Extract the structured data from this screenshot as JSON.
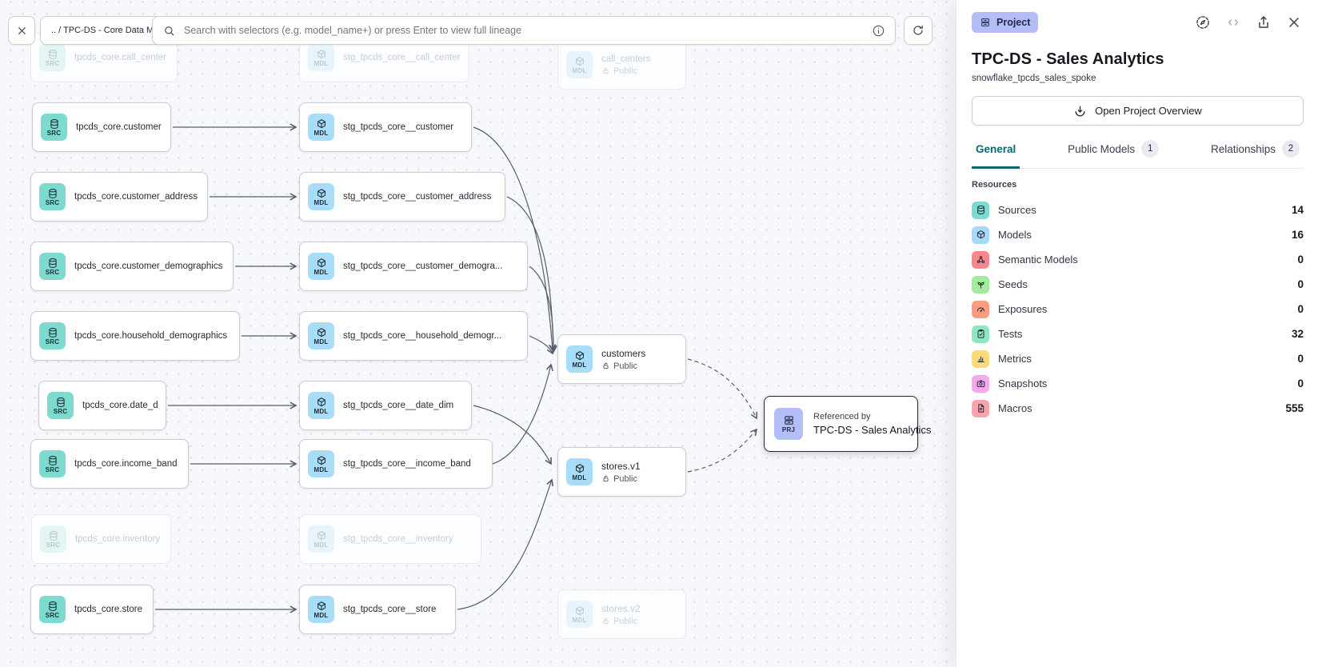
{
  "toolbar": {
    "breadcrumb": ".. / TPC-DS - Core Data Models",
    "search_placeholder": "Search with selectors (e.g. model_name+) or press Enter to view full lineage"
  },
  "panel": {
    "badge": "Project",
    "title": "TPC-DS - Sales Analytics",
    "subtitle": "snowflake_tpcds_sales_spoke",
    "open_button": "Open Project Overview",
    "tabs": [
      {
        "label": "General",
        "active": true
      },
      {
        "label": "Public Models",
        "count": "1"
      },
      {
        "label": "Relationships",
        "count": "2"
      }
    ],
    "resources_heading": "Resources",
    "resources": [
      {
        "label": "Sources",
        "value": "14",
        "icon": "database-icon",
        "color": "#7CDBCE"
      },
      {
        "label": "Models",
        "value": "16",
        "icon": "cube-icon",
        "color": "#A5D9F6"
      },
      {
        "label": "Semantic Models",
        "value": "0",
        "icon": "graph-icon",
        "color": "#F9868C"
      },
      {
        "label": "Seeds",
        "value": "0",
        "icon": "seedling-icon",
        "color": "#A2EC9C"
      },
      {
        "label": "Exposures",
        "value": "0",
        "icon": "gauge-icon",
        "color": "#F99C82"
      },
      {
        "label": "Tests",
        "value": "32",
        "icon": "clipboard-check-icon",
        "color": "#8FE7C2"
      },
      {
        "label": "Metrics",
        "value": "0",
        "icon": "bar-chart-icon",
        "color": "#F8DA79"
      },
      {
        "label": "Snapshots",
        "value": "0",
        "icon": "camera-icon",
        "color": "#F3A9ED"
      },
      {
        "label": "Macros",
        "value": "555",
        "icon": "file-icon",
        "color": "#F9A4AD"
      }
    ]
  },
  "canvas": {
    "badge_colors": {
      "SRC": "#7CDBCE",
      "MDL": "#A8DDF9",
      "PRJ": "#B4BDF8"
    },
    "accent_teal": "#0E6770",
    "nodes": [
      {
        "type": "source",
        "badge": "SRC",
        "label": "tpcds_core.call_center",
        "faded": true
      },
      {
        "type": "model",
        "badge": "MDL",
        "label": "stg_tpcds_core__call_center",
        "faded": true
      },
      {
        "type": "model",
        "badge": "MDL",
        "label": "call_centers",
        "sub": "Public",
        "faded": true
      },
      {
        "type": "source",
        "badge": "SRC",
        "label": "tpcds_core.customer"
      },
      {
        "type": "model",
        "badge": "MDL",
        "label": "stg_tpcds_core__customer"
      },
      {
        "type": "source",
        "badge": "SRC",
        "label": "tpcds_core.customer_address"
      },
      {
        "type": "model",
        "badge": "MDL",
        "label": "stg_tpcds_core__customer_address"
      },
      {
        "type": "source",
        "badge": "SRC",
        "label": "tpcds_core.customer_demographics"
      },
      {
        "type": "model",
        "badge": "MDL",
        "label": "stg_tpcds_core__customer_demogra..."
      },
      {
        "type": "source",
        "badge": "SRC",
        "label": "tpcds_core.household_demographics"
      },
      {
        "type": "model",
        "badge": "MDL",
        "label": "stg_tpcds_core__household_demogr..."
      },
      {
        "type": "source",
        "badge": "SRC",
        "label": "tpcds_core.date_dim"
      },
      {
        "type": "model",
        "badge": "MDL",
        "label": "stg_tpcds_core__date_dim"
      },
      {
        "type": "source",
        "badge": "SRC",
        "label": "tpcds_core.income_band"
      },
      {
        "type": "model",
        "badge": "MDL",
        "label": "stg_tpcds_core__income_band"
      },
      {
        "type": "source",
        "badge": "SRC",
        "label": "tpcds_core.inventory",
        "faded": true
      },
      {
        "type": "model",
        "badge": "MDL",
        "label": "stg_tpcds_core__inventory",
        "faded": true
      },
      {
        "type": "source",
        "badge": "SRC",
        "label": "tpcds_core.store"
      },
      {
        "type": "model",
        "badge": "MDL",
        "label": "stg_tpcds_core__store"
      },
      {
        "type": "model",
        "badge": "MDL",
        "label": "customers",
        "sub": "Public"
      },
      {
        "type": "model",
        "badge": "MDL",
        "label": "stores.v1",
        "sub": "Public"
      },
      {
        "type": "model",
        "badge": "MDL",
        "label": "stores.v2",
        "sub": "Public",
        "faded": true
      }
    ],
    "prj": {
      "badge": "PRJ",
      "meta": "Referenced by",
      "label": "TPC-DS - Sales Analytics"
    }
  }
}
